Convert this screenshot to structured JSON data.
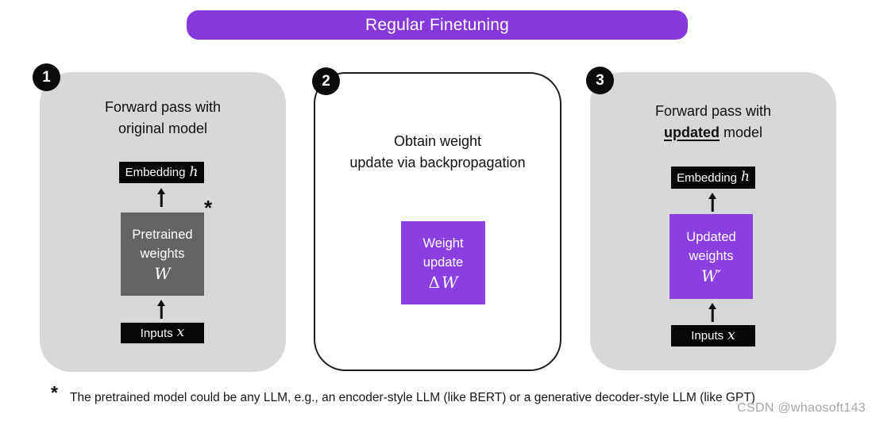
{
  "banner": {
    "label": "Regular Finetuning"
  },
  "colors": {
    "purple": "#8a3fe0",
    "banner_purple": "#8539da",
    "panel_gray": "#d8d8d8",
    "weights_gray": "#636363",
    "box_black": "#060606"
  },
  "panel1": {
    "badge": "1",
    "title_line1": "Forward pass with",
    "title_line2": "original model",
    "embedding_label": "Embedding",
    "embedding_var": "h",
    "asterisk": "*",
    "weights_line1": "Pretrained",
    "weights_line2": "weights",
    "weights_var": "W",
    "inputs_label": "Inputs",
    "inputs_var": "x"
  },
  "panel2": {
    "badge": "2",
    "title_line1": "Obtain weight",
    "title_line2": "update via backpropagation",
    "box_line1": "Weight",
    "box_line2": "update",
    "box_delta": "Δ",
    "box_var": "W"
  },
  "panel3": {
    "badge": "3",
    "title_line1": "Forward pass with",
    "title_emph": "updated",
    "title_line2_rest": "model",
    "embedding_label": "Embedding",
    "embedding_var": "h",
    "weights_line1": "Updated",
    "weights_line2": "weights",
    "weights_var": "W′",
    "inputs_label": "Inputs",
    "inputs_var": "x"
  },
  "footnote": {
    "marker": "*",
    "text": "The pretrained model could be any LLM, e.g., an encoder-style LLM (like BERT) or a generative decoder-style LLM (like GPT)"
  },
  "watermark": {
    "text": "CSDN @whaosoft143"
  }
}
